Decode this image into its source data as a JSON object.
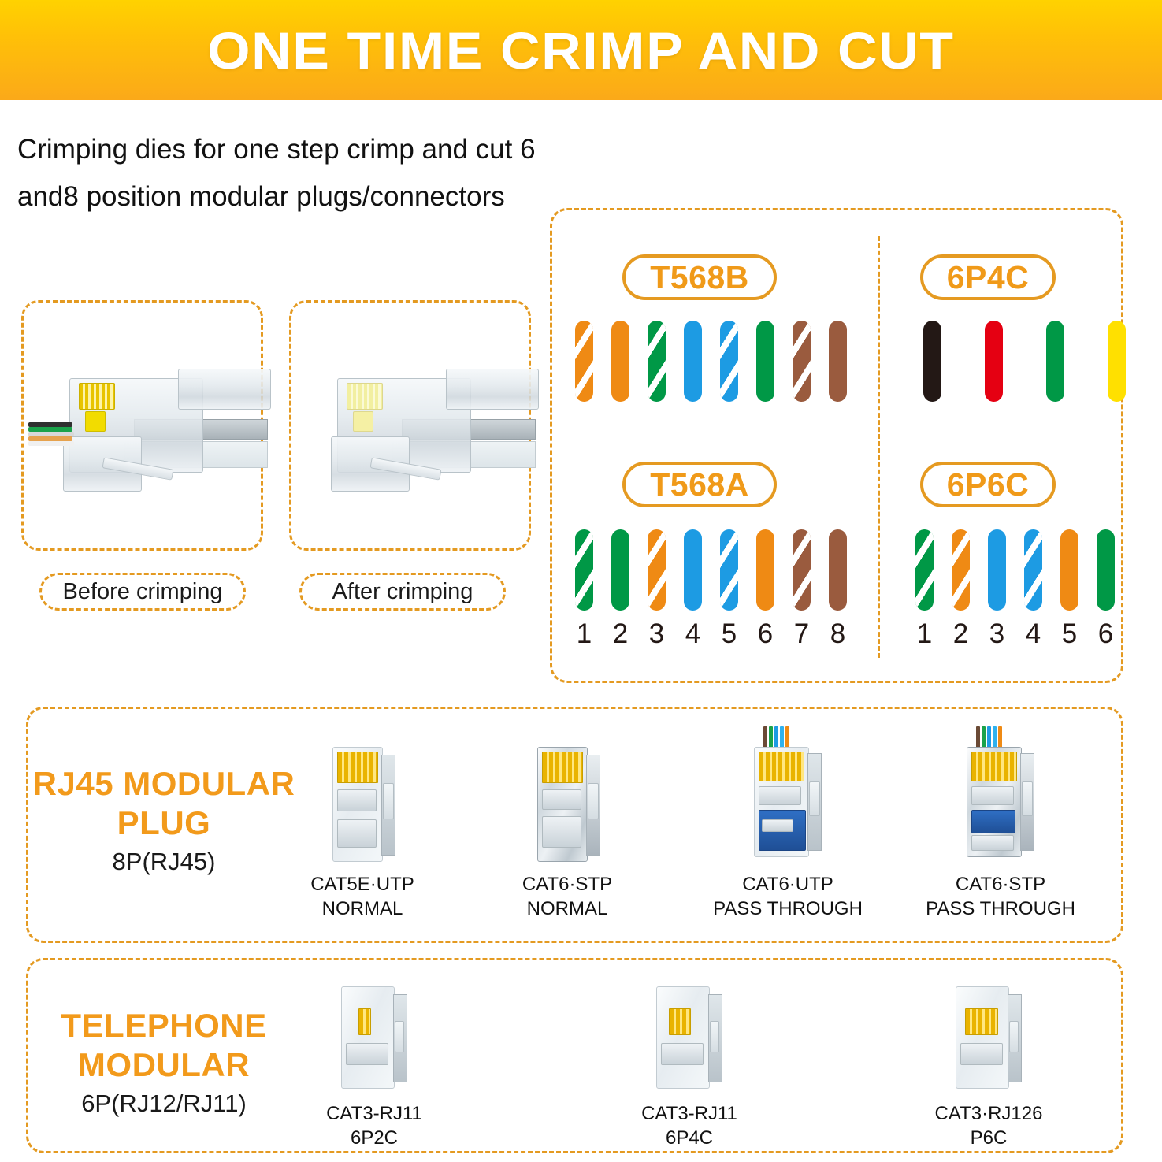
{
  "banner": {
    "title": "ONE TIME CRIMP AND CUT"
  },
  "intro": {
    "text": "Crimping dies for one step crimp and cut 6 and8 position modular plugs/connectors"
  },
  "photos": {
    "before": {
      "caption": "Before crimping"
    },
    "after": {
      "caption": "After crimping"
    }
  },
  "wiring": {
    "schemes": [
      {
        "name": "T568B",
        "wires": [
          {
            "color": "#EF8A14",
            "striped": true,
            "label": "white/orange"
          },
          {
            "color": "#EF8A14",
            "striped": false,
            "label": "orange"
          },
          {
            "color": "#009846",
            "striped": true,
            "label": "white/green"
          },
          {
            "color": "#1D9BE3",
            "striped": false,
            "label": "blue"
          },
          {
            "color": "#1D9BE3",
            "striped": true,
            "label": "white/blue"
          },
          {
            "color": "#009846",
            "striped": false,
            "label": "green"
          },
          {
            "color": "#9A5B3E",
            "striped": true,
            "label": "white/brown"
          },
          {
            "color": "#9A5B3E",
            "striped": false,
            "label": "brown"
          }
        ],
        "numbers": [
          "1",
          "2",
          "3",
          "4",
          "5",
          "6",
          "7",
          "8"
        ]
      },
      {
        "name": "6P4C",
        "wires": [
          {
            "color": "#231815",
            "striped": false,
            "label": "black"
          },
          {
            "color": "#E50012",
            "striped": false,
            "label": "red"
          },
          {
            "color": "#009846",
            "striped": false,
            "label": "green"
          },
          {
            "color": "#FFE000",
            "striped": false,
            "label": "yellow"
          }
        ],
        "numbers": []
      },
      {
        "name": "T568A",
        "wires": [
          {
            "color": "#009846",
            "striped": true,
            "label": "white/green"
          },
          {
            "color": "#009846",
            "striped": false,
            "label": "green"
          },
          {
            "color": "#EF8A14",
            "striped": true,
            "label": "white/orange"
          },
          {
            "color": "#1D9BE3",
            "striped": false,
            "label": "blue"
          },
          {
            "color": "#1D9BE3",
            "striped": true,
            "label": "white/blue"
          },
          {
            "color": "#EF8A14",
            "striped": false,
            "label": "orange"
          },
          {
            "color": "#9A5B3E",
            "striped": true,
            "label": "white/brown"
          },
          {
            "color": "#9A5B3E",
            "striped": false,
            "label": "brown"
          }
        ],
        "numbers": [
          "1",
          "2",
          "3",
          "4",
          "5",
          "6",
          "7",
          "8"
        ]
      },
      {
        "name": "6P6C",
        "wires": [
          {
            "color": "#009846",
            "striped": true,
            "label": "white/green"
          },
          {
            "color": "#EF8A14",
            "striped": true,
            "label": "white/orange"
          },
          {
            "color": "#1D9BE3",
            "striped": false,
            "label": "blue"
          },
          {
            "color": "#1D9BE3",
            "striped": true,
            "label": "white/blue"
          },
          {
            "color": "#EF8A14",
            "striped": false,
            "label": "orange"
          },
          {
            "color": "#009846",
            "striped": false,
            "label": "green"
          }
        ],
        "numbers": [
          "1",
          "2",
          "3",
          "4",
          "5",
          "6"
        ]
      }
    ]
  },
  "rj45_section": {
    "title_line1": "RJ45 MODULAR",
    "title_line2": "PLUG",
    "subtitle": "8P(RJ45)",
    "products": [
      {
        "caption": "CAT5E·UTP\nNORMAL",
        "style": "clear"
      },
      {
        "caption": "CAT6·STP\nNORMAL",
        "style": "metal"
      },
      {
        "caption": "CAT6·UTP\nPASS THROUGH",
        "style": "clear-pass"
      },
      {
        "caption": "CAT6·STP\nPASS THROUGH",
        "style": "metal-pass"
      }
    ]
  },
  "telephone_section": {
    "title_line1": "TELEPHONE",
    "title_line2": "MODULAR",
    "subtitle": "6P(RJ12/RJ11)",
    "products": [
      {
        "caption": "CAT3-RJ11\n6P2C",
        "pins": 2
      },
      {
        "caption": "CAT3-RJ11\n6P4C",
        "pins": 4
      },
      {
        "caption": "CAT3·RJ126\nP6C",
        "pins": 6
      }
    ]
  },
  "colors": {
    "accent_orange": "#E59A21",
    "title_orange": "#F29A1B",
    "banner_top": "#FFD200",
    "banner_bottom": "#FBA919"
  }
}
